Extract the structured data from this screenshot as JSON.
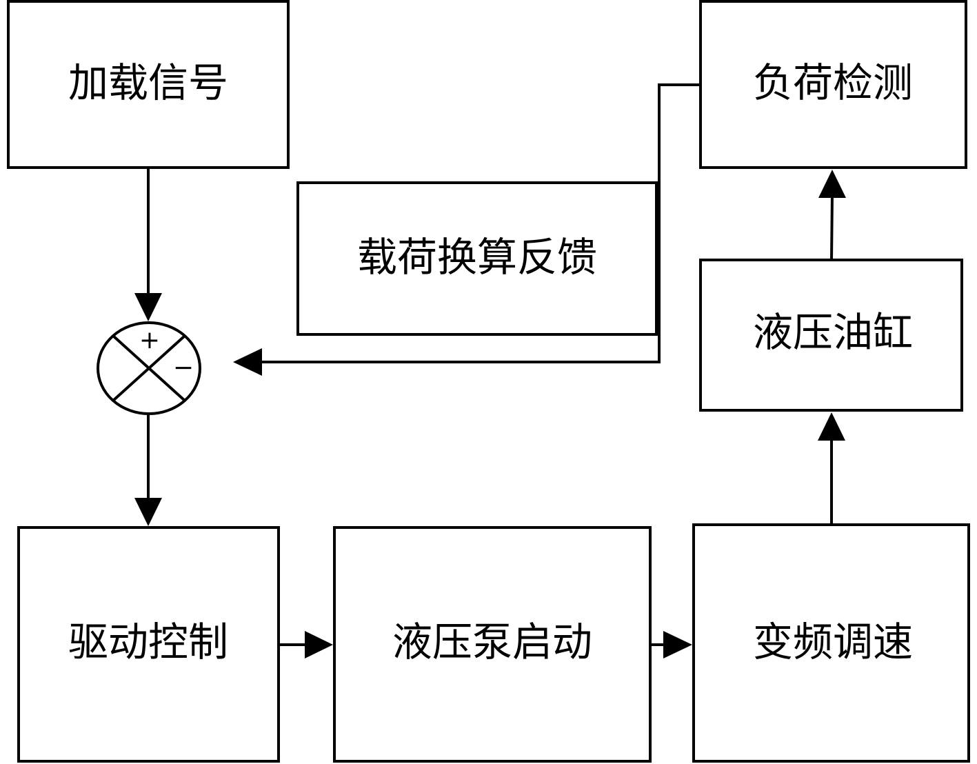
{
  "nodes": {
    "load_signal": "加载信号",
    "load_detection": "负荷检测",
    "load_conversion_feedback": "载荷换算反馈",
    "hydraulic_cylinder": "液压油缸",
    "drive_control": "驱动控制",
    "hydraulic_pump_start": "液压泵启动",
    "variable_frequency_speed": "变频调速"
  },
  "summing_junction": {
    "plus": "+",
    "minus": "−"
  },
  "colors": {
    "stroke": "#000000",
    "background": "#ffffff"
  }
}
